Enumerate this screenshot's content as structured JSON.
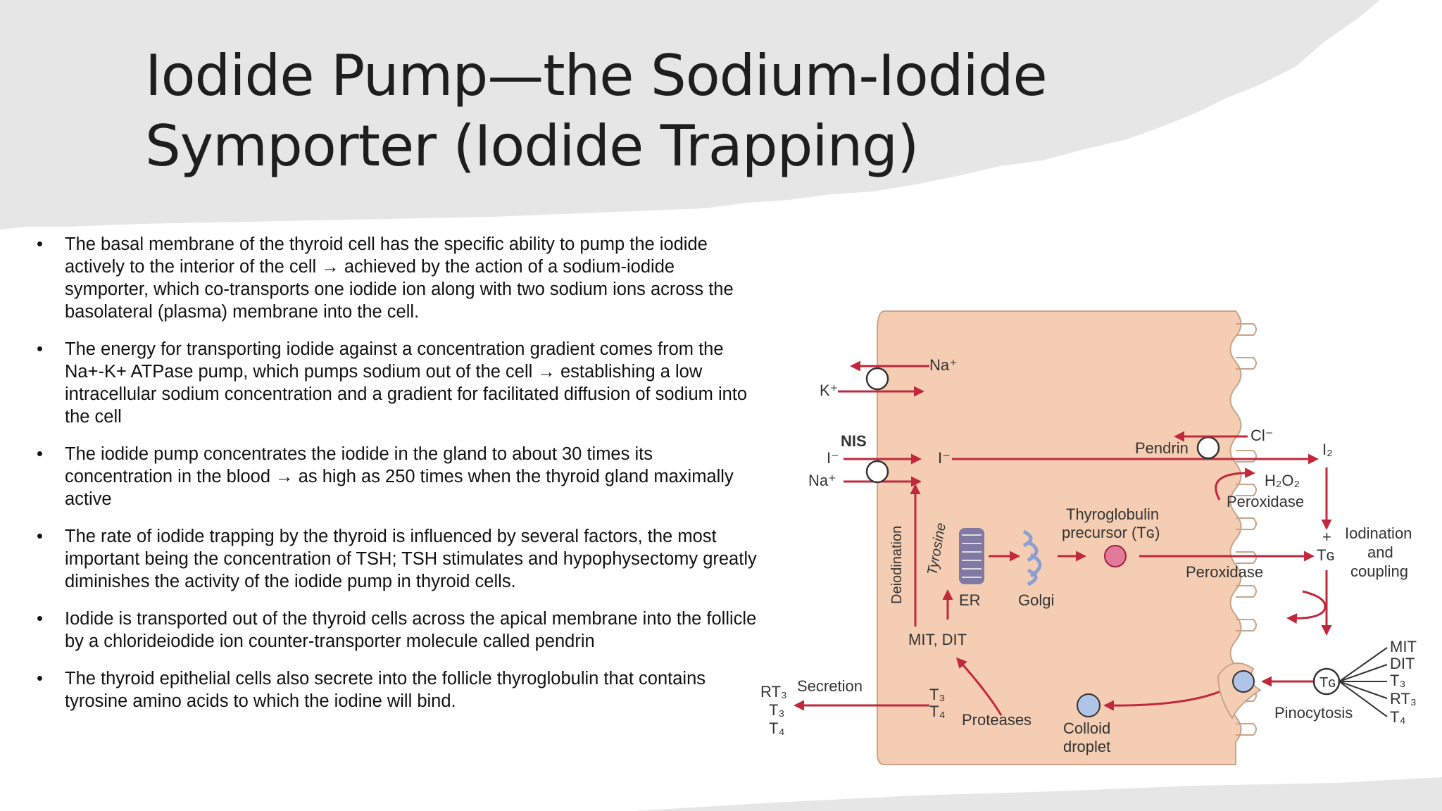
{
  "slide": {
    "title_lines": [
      "Iodide Pump—the Sodium-Iodide",
      "Symporter (Iodide Trapping)"
    ],
    "bullets": [
      "The basal membrane of the thyroid cell has the specific ability to pump the iodide actively to the interior of the cell → achieved by the action of a sodium-iodide symporter, which co-transports one iodide ion along with two sodium ions across the basolateral (plasma) membrane into the cell.",
      "The energy for transporting iodide against a concentration gradient comes from the Na+-K+ ATPase pump, which pumps sodium out of the cell → establishing a low intracellular sodium concentration and a gradient for facilitated diffusion of sodium into the cell",
      "The iodide pump concentrates the iodide in the gland to about 30 times its concentration in the blood → as high as 250 times when the thyroid gland maximally active",
      "The rate of iodide trapping by the thyroid is influenced by several factors, the most important being the concentration of TSH; TSH stimulates and hypophysectomy greatly diminishes the activity of the iodide pump in thyroid cells.",
      "Iodide is transported out of the thyroid cells across the apical membrane into the follicle by a chlorideiodide ion counter-transporter molecule called pendrin",
      "The thyroid epithelial cells also secrete into the follicle thyroglobulin that contains tyrosine amino acids to which the iodine will bind."
    ]
  },
  "diagram": {
    "na_out": "Na⁺",
    "k_in": "K⁺",
    "nis": "NIS",
    "iodide_out": "I⁻",
    "iodide_in": "I⁻",
    "na_in": "Na⁺",
    "pendrin": "Pendrin",
    "chloride": "Cl⁻",
    "i2": "I₂",
    "h2o2": "H₂O₂",
    "peroxidase_top": "Peroxidase",
    "plus": "+",
    "iodination": [
      "Iodination",
      "and",
      "coupling"
    ],
    "thyroglobulin": [
      "Thyroglobulin",
      "precursor (Tɢ)"
    ],
    "tg_mid": "Tɢ",
    "peroxidase_mid": "Peroxidase",
    "deiodination": "Deiodination",
    "tyrosine": "Tyrosine",
    "er": "ER",
    "golgi": "Golgi",
    "mit_dit": "MIT, DIT",
    "secretion": "Secretion",
    "out_hormones": [
      "RT₃",
      "T₃",
      "T₄"
    ],
    "t3t4": [
      "T₃",
      "T₄"
    ],
    "proteases": "Proteases",
    "colloid": [
      "Colloid",
      "droplet"
    ],
    "pinocytosis": "Pinocytosis",
    "tg_circle": "Tɢ",
    "tg_products": [
      "MIT",
      "DIT",
      "T₃",
      "RT₃",
      "T₄"
    ]
  }
}
